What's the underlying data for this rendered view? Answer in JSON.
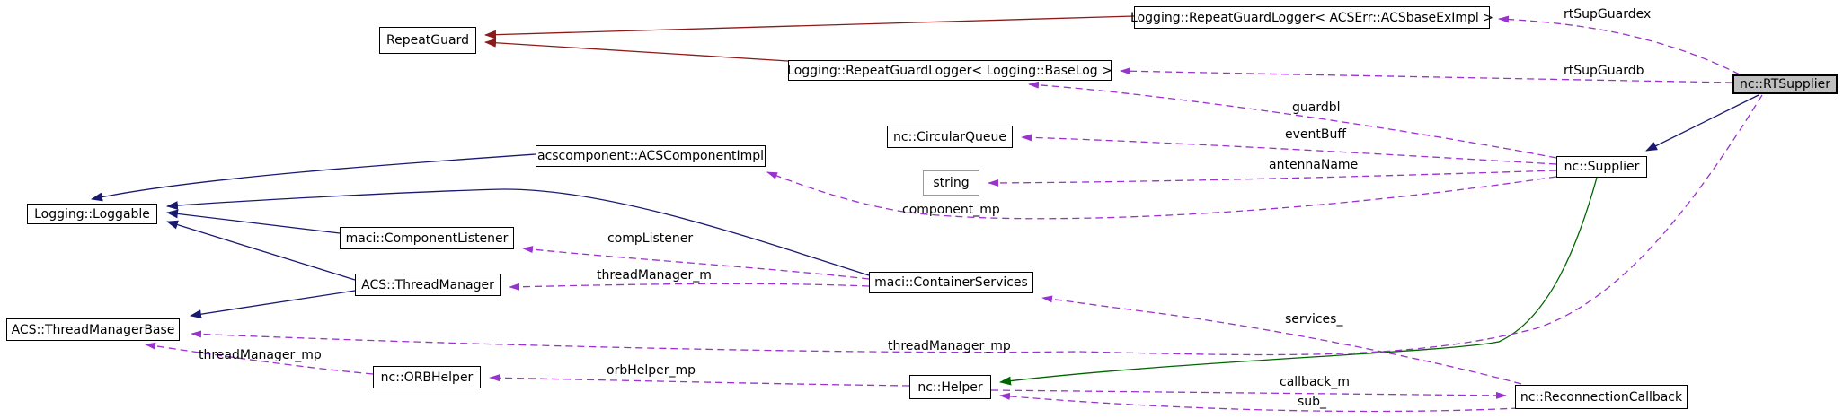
{
  "diagram": {
    "kind": "doxygen-collaboration-graph",
    "focus_class": "nc::RTSupplier"
  },
  "colors": {
    "background": "#ffffff",
    "node_border": "#000000",
    "node_fill": "#ffffff",
    "focus_node_fill": "#bfbfbf",
    "external_node_border": "#999999",
    "public_inheritance": "#191970",
    "protected_inheritance": "#006400",
    "private_inheritance": "#8b1a1a",
    "usage": "#9a32cd"
  },
  "nodes": [
    {
      "id": "repeat_guard",
      "label": "RepeatGuard",
      "style": "class"
    },
    {
      "id": "rgl_acsbase",
      "label": "Logging::RepeatGuardLogger< ACSErr::ACSbaseExImpl >",
      "style": "class"
    },
    {
      "id": "rgl_baselog",
      "label": "Logging::RepeatGuardLogger< Logging::BaseLog >",
      "style": "class"
    },
    {
      "id": "circular_queue",
      "label": "nc::CircularQueue",
      "style": "class"
    },
    {
      "id": "string",
      "label": "string",
      "style": "external"
    },
    {
      "id": "acs_component_impl",
      "label": "acscomponent::ACSComponentImpl",
      "style": "class"
    },
    {
      "id": "loggable",
      "label": "Logging::Loggable",
      "style": "class"
    },
    {
      "id": "component_listener",
      "label": "maci::ComponentListener",
      "style": "class"
    },
    {
      "id": "thread_manager",
      "label": "ACS::ThreadManager",
      "style": "class"
    },
    {
      "id": "thread_manager_base",
      "label": "ACS::ThreadManagerBase",
      "style": "class"
    },
    {
      "id": "orb_helper",
      "label": "nc::ORBHelper",
      "style": "class"
    },
    {
      "id": "container_services",
      "label": "maci::ContainerServices",
      "style": "class"
    },
    {
      "id": "helper",
      "label": "nc::Helper",
      "style": "class"
    },
    {
      "id": "reconnection_callback",
      "label": "nc::ReconnectionCallback",
      "style": "class"
    },
    {
      "id": "supplier",
      "label": "nc::Supplier",
      "style": "class"
    },
    {
      "id": "rt_supplier",
      "label": "nc::RTSupplier",
      "style": "focus"
    }
  ],
  "edges": [
    {
      "id": "e_rglacs_rg",
      "from": "rgl_acsbase",
      "to": "repeat_guard",
      "relation": "private-inheritance",
      "label": ""
    },
    {
      "id": "e_rglbl_rg",
      "from": "rgl_baselog",
      "to": "repeat_guard",
      "relation": "private-inheritance",
      "label": ""
    },
    {
      "id": "e_acsimpl_log",
      "from": "acs_component_impl",
      "to": "loggable",
      "relation": "public-inheritance",
      "label": ""
    },
    {
      "id": "e_clist_log",
      "from": "component_listener",
      "to": "loggable",
      "relation": "public-inheritance",
      "label": ""
    },
    {
      "id": "e_tm_log",
      "from": "thread_manager",
      "to": "loggable",
      "relation": "public-inheritance",
      "label": ""
    },
    {
      "id": "e_cs_log",
      "from": "container_services",
      "to": "loggable",
      "relation": "public-inheritance",
      "label": ""
    },
    {
      "id": "e_tm_tmb",
      "from": "thread_manager",
      "to": "thread_manager_base",
      "relation": "public-inheritance",
      "label": ""
    },
    {
      "id": "e_rts_sup",
      "from": "rt_supplier",
      "to": "supplier",
      "relation": "public-inheritance",
      "label": ""
    },
    {
      "id": "e_sup_helper",
      "from": "supplier",
      "to": "helper",
      "relation": "protected-inheritance",
      "label": ""
    },
    {
      "id": "u_rtsupguardex",
      "from": "rt_supplier",
      "to": "rgl_acsbase",
      "relation": "usage",
      "label": "rtSupGuardex"
    },
    {
      "id": "u_rtsupguardb",
      "from": "rt_supplier",
      "to": "rgl_baselog",
      "relation": "usage",
      "label": "rtSupGuardb"
    },
    {
      "id": "u_guardbl",
      "from": "supplier",
      "to": "rgl_baselog",
      "relation": "usage",
      "label": "guardbl"
    },
    {
      "id": "u_eventbuff",
      "from": "supplier",
      "to": "circular_queue",
      "relation": "usage",
      "label": "eventBuff"
    },
    {
      "id": "u_antennaname",
      "from": "supplier",
      "to": "string",
      "relation": "usage",
      "label": "antennaName"
    },
    {
      "id": "u_component_mp",
      "from": "supplier",
      "to": "acs_component_impl",
      "relation": "usage",
      "label": "component_mp"
    },
    {
      "id": "u_complistener",
      "from": "container_services",
      "to": "component_listener",
      "relation": "usage",
      "label": "compListener"
    },
    {
      "id": "u_threadmanager_m",
      "from": "container_services",
      "to": "thread_manager",
      "relation": "usage",
      "label": "threadManager_m"
    },
    {
      "id": "u_services",
      "from": "reconnection_callback",
      "to": "container_services",
      "relation": "usage",
      "label": "services_"
    },
    {
      "id": "u_threadmanager_mp_rts",
      "from": "rt_supplier",
      "to": "thread_manager_base",
      "relation": "usage",
      "label": "threadManager_mp"
    },
    {
      "id": "u_threadmanager_mp_orb",
      "from": "orb_helper",
      "to": "thread_manager_base",
      "relation": "usage",
      "label": "threadManager_mp"
    },
    {
      "id": "u_orbhelper_mp",
      "from": "helper",
      "to": "orb_helper",
      "relation": "usage",
      "label": "orbHelper_mp"
    },
    {
      "id": "u_callback_m",
      "from": "helper",
      "to": "reconnection_callback",
      "relation": "usage",
      "label": "callback_m"
    },
    {
      "id": "u_sub",
      "from": "reconnection_callback",
      "to": "helper",
      "relation": "usage",
      "label": "sub_"
    }
  ]
}
